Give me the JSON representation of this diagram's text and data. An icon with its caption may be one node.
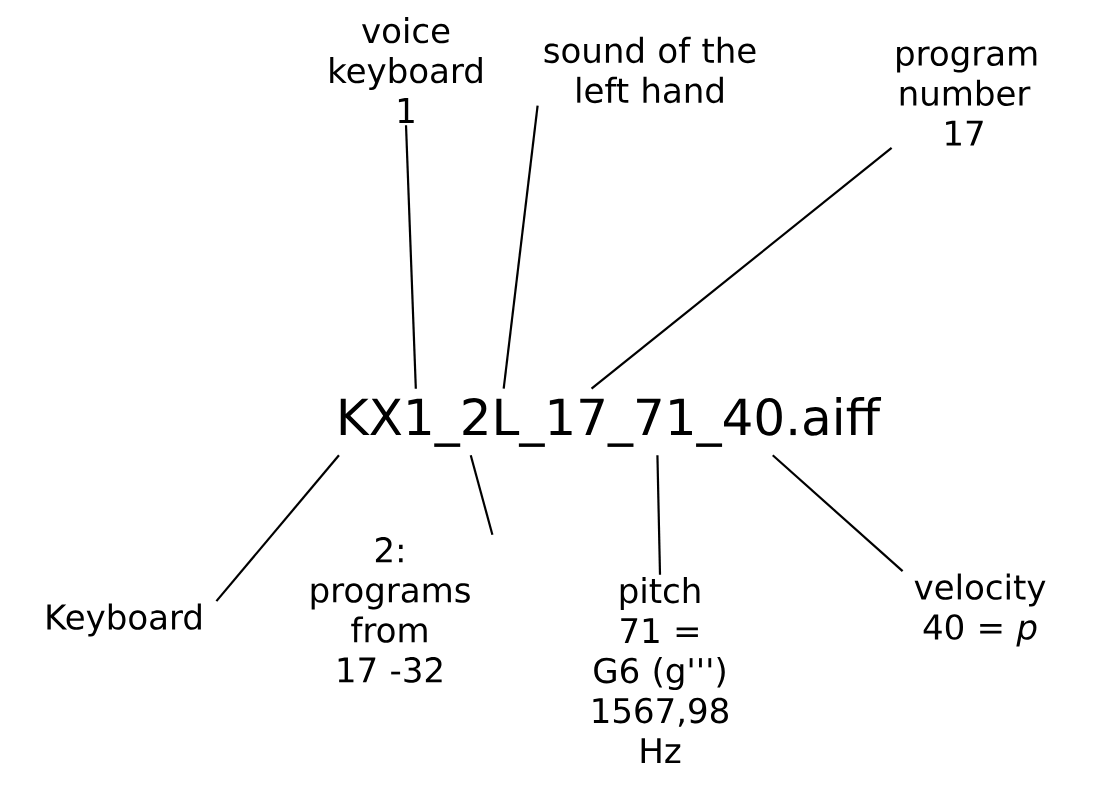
{
  "diagram": {
    "nodes": [
      {
        "text": [
          "voice keyboard 1"
        ]
      },
      {
        "text": [
          "sound of the left hand"
        ]
      },
      {
        "text": [
          "program number 17"
        ]
      },
      {
        "text": [
          "KX1_2L_17_71_40.aiff"
        ]
      },
      {
        "text": [
          "Keyboard"
        ]
      },
      {
        "text": [
          "2: programs from 17 -32"
        ]
      },
      {
        "text": [
          "pitch 71 = G6 (g''') 1567,98 Hz"
        ]
      },
      {
        "text": [
          "velocity 40 = *p*"
        ]
      }
    ],
    "edges": [
      {
        "from": 0,
        "to": 3,
        "arrow": "none"
      },
      {
        "from": 1,
        "to": 3,
        "arrow": "none"
      },
      {
        "from": 2,
        "to": 3,
        "arrow": "none"
      },
      {
        "from": 4,
        "to": 3,
        "arrow": "none"
      },
      {
        "from": 5,
        "to": 3,
        "arrow": "none"
      },
      {
        "from": 6,
        "to": 3,
        "arrow": "none"
      },
      {
        "from": 7,
        "to": 3,
        "arrow": "none"
      }
    ]
  }
}
